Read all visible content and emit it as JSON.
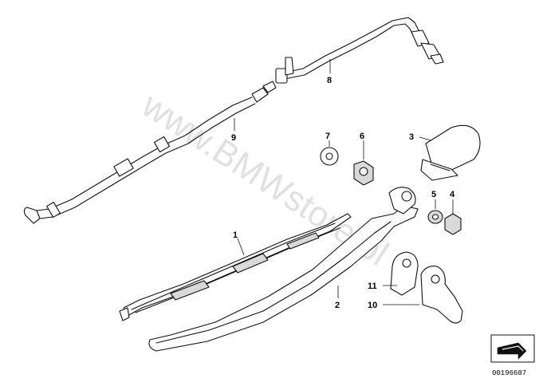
{
  "diagram": {
    "callouts": [
      "1",
      "2",
      "3",
      "4",
      "5",
      "6",
      "7",
      "8",
      "9",
      "10",
      "11"
    ],
    "watermark": "www.BMWstore.pl",
    "figure_code": "00196687"
  }
}
